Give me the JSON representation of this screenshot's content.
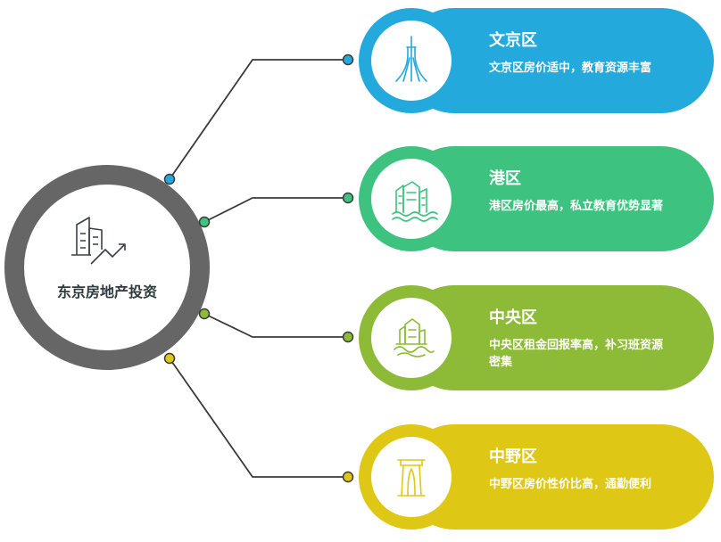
{
  "center": {
    "label": "东京房地产投资"
  },
  "colors": {
    "ring": "#666666",
    "line": "#3a3a3a",
    "blue": "#23a9dc",
    "green": "#3ec27f",
    "olive": "#8dba37",
    "yellow": "#dfc716"
  },
  "districts": [
    {
      "title": "文京区",
      "desc": "文京区房价适中，教育资源丰富",
      "icon": "tower-icon"
    },
    {
      "title": "港区",
      "desc": "港区房价最高，私立教育优势显著",
      "icon": "harbor-buildings-icon"
    },
    {
      "title": "中央区",
      "desc": "中央区租金回报率高，补习班资源密集",
      "icon": "castle-on-rock-icon"
    },
    {
      "title": "中野区",
      "desc": "中野区房价性价比高，通勤便利",
      "icon": "arch-gate-icon"
    }
  ]
}
